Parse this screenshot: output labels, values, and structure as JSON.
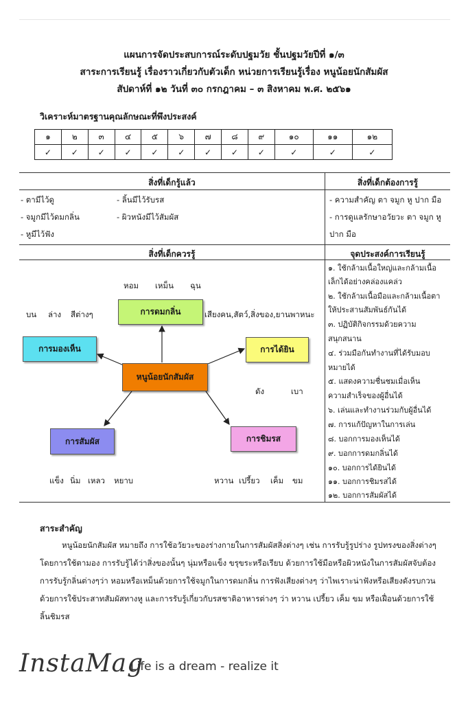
{
  "header": {
    "line1": "แผนการจัดประสบการณ์ระดับปฐมวัย  ชั้นปฐมวัยปีที่  ๑/๓",
    "line2": "สาระการเรียนรู้ เรื่องราวเกี่ยวกับตัวเด็ก  หน่วยการเรียนรู้เรื่อง หนูน้อยนักสัมผัส",
    "line3": "สัปดาห์ที่ ๑๒  วันที่  ๓๐ กรกฎาคม – ๓  สิงหาคม  พ.ศ. ๒๕๖๑"
  },
  "analysis": {
    "label": "วิเคราะห์มาตรฐานคุณลักษณะที่พึงประสงค์",
    "numbers": [
      "๑",
      "๒",
      "๓",
      "๔",
      "๕",
      "๖",
      "๗",
      "๘",
      "๙",
      "๑๐",
      "๑๑",
      "๑๒"
    ],
    "checks": [
      "✓",
      "✓",
      "✓",
      "✓",
      "✓",
      "✓",
      "✓",
      "✓",
      "✓",
      "✓",
      "✓",
      "✓"
    ]
  },
  "known": {
    "heading": "สิ่งที่เด็กรู้แล้ว",
    "col1": [
      "- ตามีไว้ดู",
      "- จมูกมีไว้ดมกลิ่น",
      "- หูมีไว้ฟัง"
    ],
    "col2": [
      "- ลิ้นมีไว้รับรส",
      "- ผิวหนังมีไว้สัมผัส"
    ]
  },
  "want": {
    "heading": "สิ่งที่เด็กต้องการรู้",
    "items": [
      "- ความสำคัญ ตา จมูก หู ปาก มือ",
      "- การดูแลรักษาอวัยวะ ตา จมูก หู",
      "ปาก มือ"
    ]
  },
  "should": {
    "heading": "สิ่งที่เด็กควรรู้",
    "center": "หนูน้อยนักสัมผัส",
    "smell": {
      "label": "การดมกลิ่น",
      "words": [
        "หอม",
        "เหม็น",
        "ฉุน"
      ]
    },
    "see": {
      "label": "การมองเห็น",
      "words": [
        "บน",
        "ล่าง",
        "สีต่างๆ"
      ]
    },
    "hear": {
      "label": "การได้ยิน",
      "words": [
        "เสียงคน,สัตว์,สิ่งของ,ยานพาหนะ",
        "ดัง",
        "เบา"
      ]
    },
    "touch": {
      "label": "การสัมผัส",
      "words": [
        "แข็ง",
        "นิ่ม",
        "เหลว",
        "หยาบ"
      ]
    },
    "taste": {
      "label": "การชิมรส",
      "words": [
        "หวาน",
        "เปรี้ยว",
        "เค็ม",
        "ขม"
      ]
    }
  },
  "objectives": {
    "heading": "จุดประสงค์การเรียนรู้",
    "lines": [
      "๑. ใช้กล้ามเนื้อใหญ่และกล้ามเนื้อ",
      "เล็กได้อย่างคล่องแคล่ว",
      "๒. ใช้กล้ามเนื้อมือและกล้ามเนื้อตา",
      "ให้ประสานสัมพันธ์กันได้",
      "๓. ปฏิบัติกิจกรรมด้วยความ",
      "สนุกสนาน",
      "๔. ร่วมมือกันทำงานที่ได้รับมอบ",
      "หมายได้",
      "๕. แสดงความชื่นชมเมื่อเห็น",
      "ความสำเร็จของผู้อื่นได้",
      "๖. เล่นและทำงานร่วมกับผู้อื่นได้",
      "๗. การแก้ปัญหาในการเล่น",
      "๘. บอกการมองเห็นได้",
      "๙. บอกการดมกลิ่นได้",
      "๑๐. บอกการได้ยินได้",
      "๑๑. บอกการชิมรสได้",
      "๑๒. บอกการสัมผัสได้"
    ]
  },
  "essence": {
    "title": "สาระสำคัญ",
    "body": "หนูน้อยนักสัมผัส หมายถึง การใช้อวัยวะของร่างกายในการสัมผัสสิ่งต่างๆ เช่น การรับรู้รูปร่าง รูปทรงของสิ่งต่างๆ โดยการใช้ตามอง  การรับรู้ได้ว่าสิ่งของนั้นๆ นุ่มหรือแข็ง ขรุขระหรือเรียบ ด้วยการใช้มือหรือผิวหนังในการสัมผัสจับต้อง การรับรู้กลิ่นต่างๆว่า หอมหรือเหม็นด้วยการใช้จมูกในการดมกลิ่น การฟังเสียงต่างๆ ว่าไพเราะน่าฟังหรือเสียงดังรบกวนด้วยการใช้ประสาทสัมผัสทางหู และการรับรู้เกี่ยวกับรสชาติอาหารต่างๆ ว่า หวาน เปรี้ยว เค็ม ขม หรือเฝื่อนด้วยการใช้ลิ้นชิมรส"
  },
  "footer": {
    "brand": "InstaMag",
    "slogan": "Life is a dream - realize it"
  },
  "colors": {
    "center_box": "#f07d00",
    "smell_box": "#c5f576",
    "see_box": "#5ce0f0",
    "hear_box": "#fbfb7a",
    "touch_box": "#8c8cf0",
    "taste_box": "#f3a6e6"
  }
}
